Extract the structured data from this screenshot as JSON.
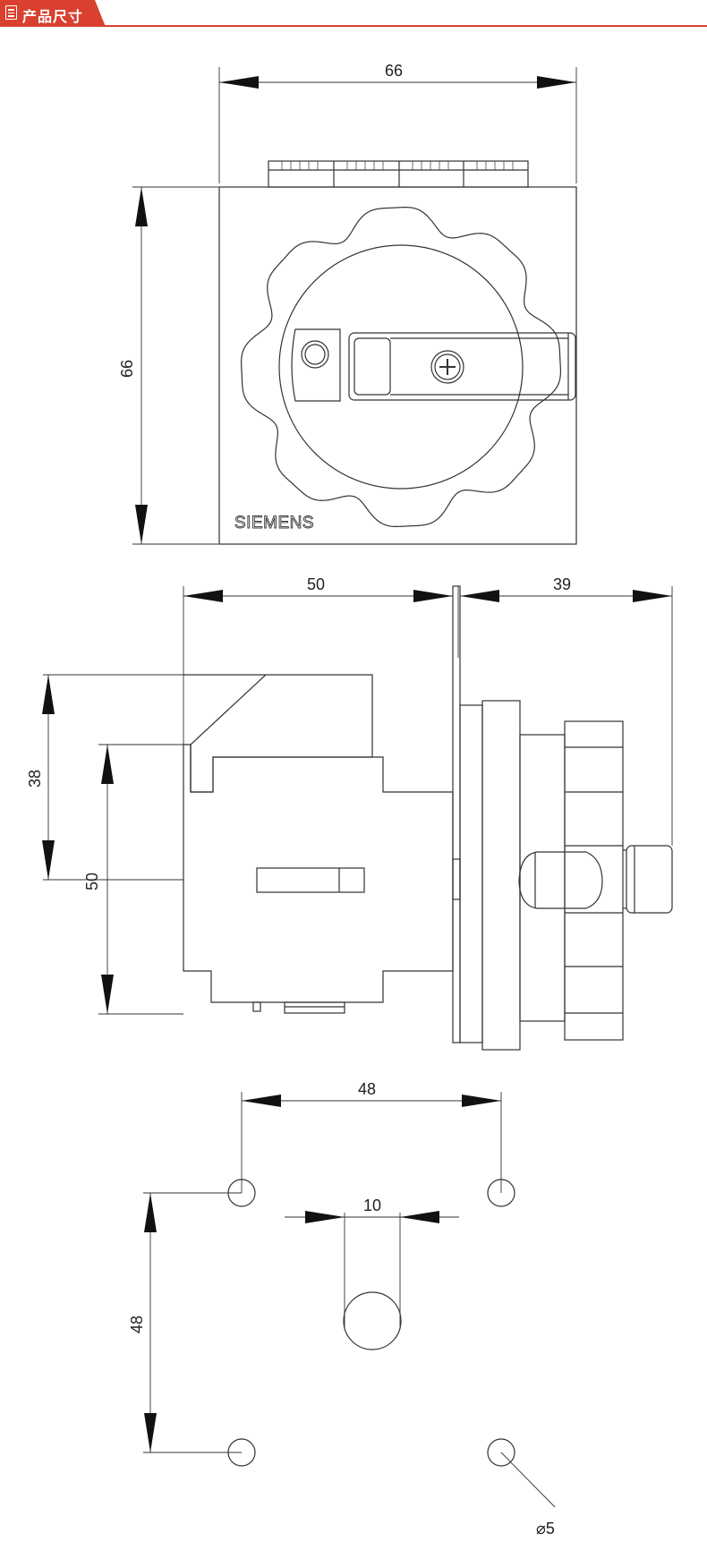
{
  "header": {
    "tab_label": "产品尺寸",
    "accent_color": "#d9402f",
    "icon": "document-icon"
  },
  "front_view": {
    "width_label": "66",
    "height_label": "66",
    "brand": "SIEMENS",
    "screw_icon": "phillips-screw-icon"
  },
  "side_view": {
    "body_depth_label": "50",
    "knob_depth_label": "39",
    "upper_height_label": "38",
    "body_height_label": "50"
  },
  "mounting_view": {
    "hole_spacing_x_label": "48",
    "hole_spacing_y_label": "48",
    "shaft_width_label": "10",
    "hole_diameter_label": "⌀5"
  }
}
